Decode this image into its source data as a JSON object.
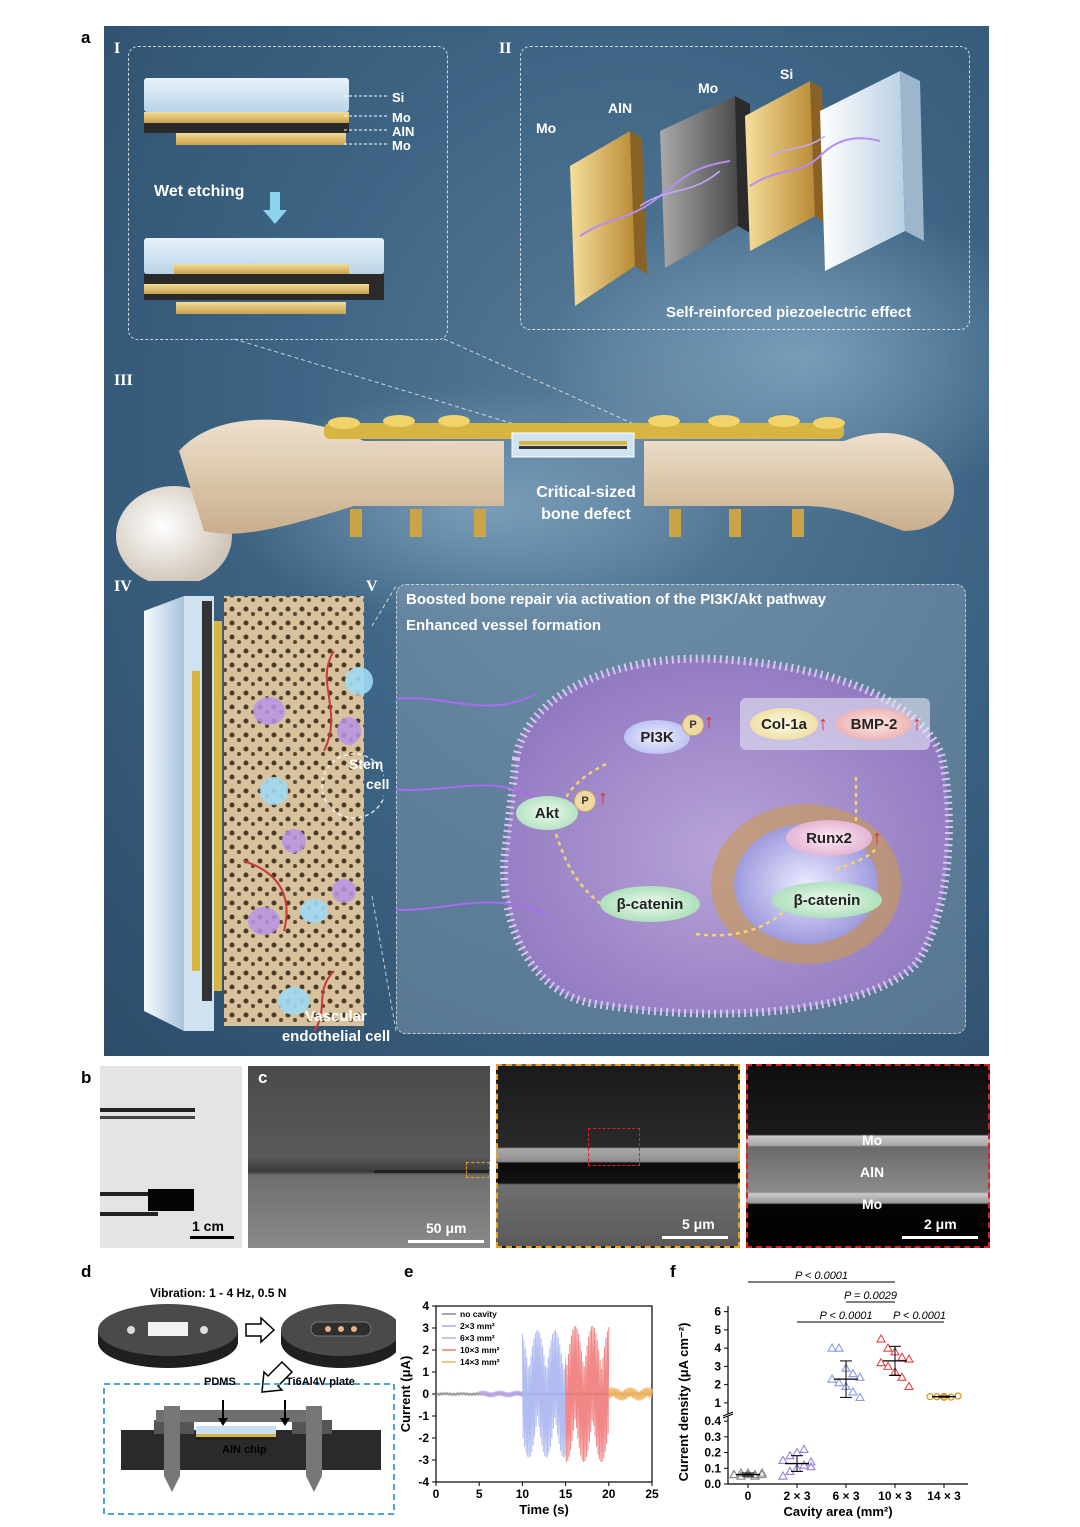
{
  "panel_labels": {
    "a": "a",
    "b": "b",
    "c": "c",
    "d": "d",
    "e": "e",
    "f": "f"
  },
  "panel_a": {
    "roman": {
      "I": "I",
      "II": "II",
      "III": "III",
      "IV": "IV",
      "V": "V"
    },
    "layers": [
      "Si",
      "Mo",
      "AlN",
      "Mo"
    ],
    "wet_etching": "Wet etching",
    "exploded_labels": {
      "mo_left": "Mo",
      "aln": "AlN",
      "mo_right": "Mo",
      "si": "Si"
    },
    "self_reinforced": "Self-reinforced piezoelectric effect",
    "defect_line1": "Critical-sized",
    "defect_line2": "bone defect",
    "boosted": "Boosted bone repair via activation of the PI3K/Akt pathway",
    "enhanced": "Enhanced vessel formation",
    "stem_line1": "Stem",
    "stem_line2": "cell",
    "vascular_line1": "Vascular",
    "vascular_line2": "endothelial cell",
    "nodes": {
      "pi3k": "PI3K",
      "akt": "Akt",
      "col": "Col-1a",
      "bmp": "BMP-2",
      "runx2": "Runx2",
      "bcat1": "β-catenin",
      "bcat2": "β-catenin",
      "p": "P"
    }
  },
  "panel_b": {
    "scale": "1 cm"
  },
  "panel_c": {
    "scale1": "50 μm",
    "scale2": "5 μm",
    "scale3": "2 μm",
    "layer_mo_top": "Mo",
    "layer_aln": "AlN",
    "layer_mo_bottom": "Mo"
  },
  "panel_d": {
    "vibration": "Vibration: 1 - 4 Hz, 0.5 N",
    "pdms": "PDMS",
    "ti_plate": "Ti6Al4V plate",
    "chip": "AlN chip"
  },
  "colors": {
    "series": [
      "#8a8a8a",
      "#b7a4e8",
      "#a9b6ee",
      "#ef7a7a",
      "#f0b35a"
    ],
    "orange_box": "#e8a21a",
    "red_box": "#e02020"
  },
  "chart_data": [
    {
      "type": "line",
      "xlabel": "Time (s)",
      "ylabel": "Current (μA)",
      "xlim": [
        0,
        25
      ],
      "ylim": [
        -4,
        4
      ],
      "xticks": [
        "0",
        "5",
        "10",
        "15",
        "20",
        "25"
      ],
      "yticks": [
        "4",
        "3",
        "2",
        "1",
        "0",
        "-1",
        "-2",
        "-3",
        "-4"
      ],
      "legend": [
        "no cavity",
        "2×3 mm²",
        "6×3 mm²",
        "10×3 mm²",
        "14×3 mm²"
      ],
      "legend_position": "top-left",
      "series": [
        {
          "name": "no cavity",
          "x_range": [
            0,
            25
          ],
          "amplitude": 0.05
        },
        {
          "name": "2×3 mm²",
          "x_range": [
            5,
            10
          ],
          "amplitude": 0.15
        },
        {
          "name": "6×3 mm²",
          "x_range": [
            10,
            15
          ],
          "amplitude": 2.9
        },
        {
          "name": "10×3 mm²",
          "x_range": [
            15,
            20
          ],
          "amplitude": 3.1
        },
        {
          "name": "14×3 mm²",
          "x_range": [
            20,
            25
          ],
          "amplitude": 0.3
        }
      ]
    },
    {
      "type": "scatter",
      "xlabel": "Cavity area (mm²)",
      "ylabel": "Current density (μA cm⁻²)",
      "categories": [
        "0",
        "2 × 3",
        "6 × 3",
        "10 × 3",
        "14 × 3"
      ],
      "yticks_upper": [
        "1",
        "2",
        "3",
        "4",
        "5",
        "6"
      ],
      "yticks_lower": [
        "0.0",
        "0.1",
        "0.2",
        "0.3",
        "0.4"
      ],
      "axis_break": true,
      "significance": [
        {
          "label": "P < 0.0001",
          "from": "0",
          "to": "10 × 3"
        },
        {
          "label": "P = 0.0029",
          "from": "6 × 3",
          "to": "10 × 3"
        },
        {
          "label": "P < 0.0001",
          "from": "2 × 3",
          "to": "10 × 3"
        },
        {
          "label": "P < 0.0001",
          "from": "10 × 3",
          "to": "14 × 3"
        }
      ],
      "series": [
        {
          "category": "0",
          "marker": "triangle",
          "values": [
            0.06,
            0.07,
            0.06,
            0.05,
            0.07,
            0.06,
            0.05,
            0.07,
            0.06,
            0.06
          ],
          "mean": 0.06,
          "sd": 0.01
        },
        {
          "category": "2 × 3",
          "marker": "triangle",
          "values": [
            0.05,
            0.08,
            0.1,
            0.12,
            0.14,
            0.15,
            0.18,
            0.2,
            0.22,
            0.11
          ],
          "mean": 0.13,
          "sd": 0.05
        },
        {
          "category": "6 × 3",
          "marker": "triangle",
          "values": [
            4.0,
            4.0,
            2.9,
            2.6,
            2.4,
            2.3,
            2.1,
            1.9,
            1.6,
            1.3
          ],
          "mean": 2.3,
          "sd": 1.0
        },
        {
          "category": "10 × 3",
          "marker": "triangle",
          "values": [
            4.5,
            4.0,
            3.8,
            3.5,
            3.4,
            3.2,
            3.0,
            2.7,
            2.4,
            1.9
          ],
          "mean": 3.3,
          "sd": 0.8
        },
        {
          "category": "14 × 3",
          "marker": "circle",
          "values": [
            1.35,
            1.35,
            1.3,
            1.32,
            1.38,
            1.34,
            1.33,
            1.36,
            1.31,
            1.37
          ],
          "mean": 1.34,
          "sd": 0.03
        }
      ]
    }
  ]
}
